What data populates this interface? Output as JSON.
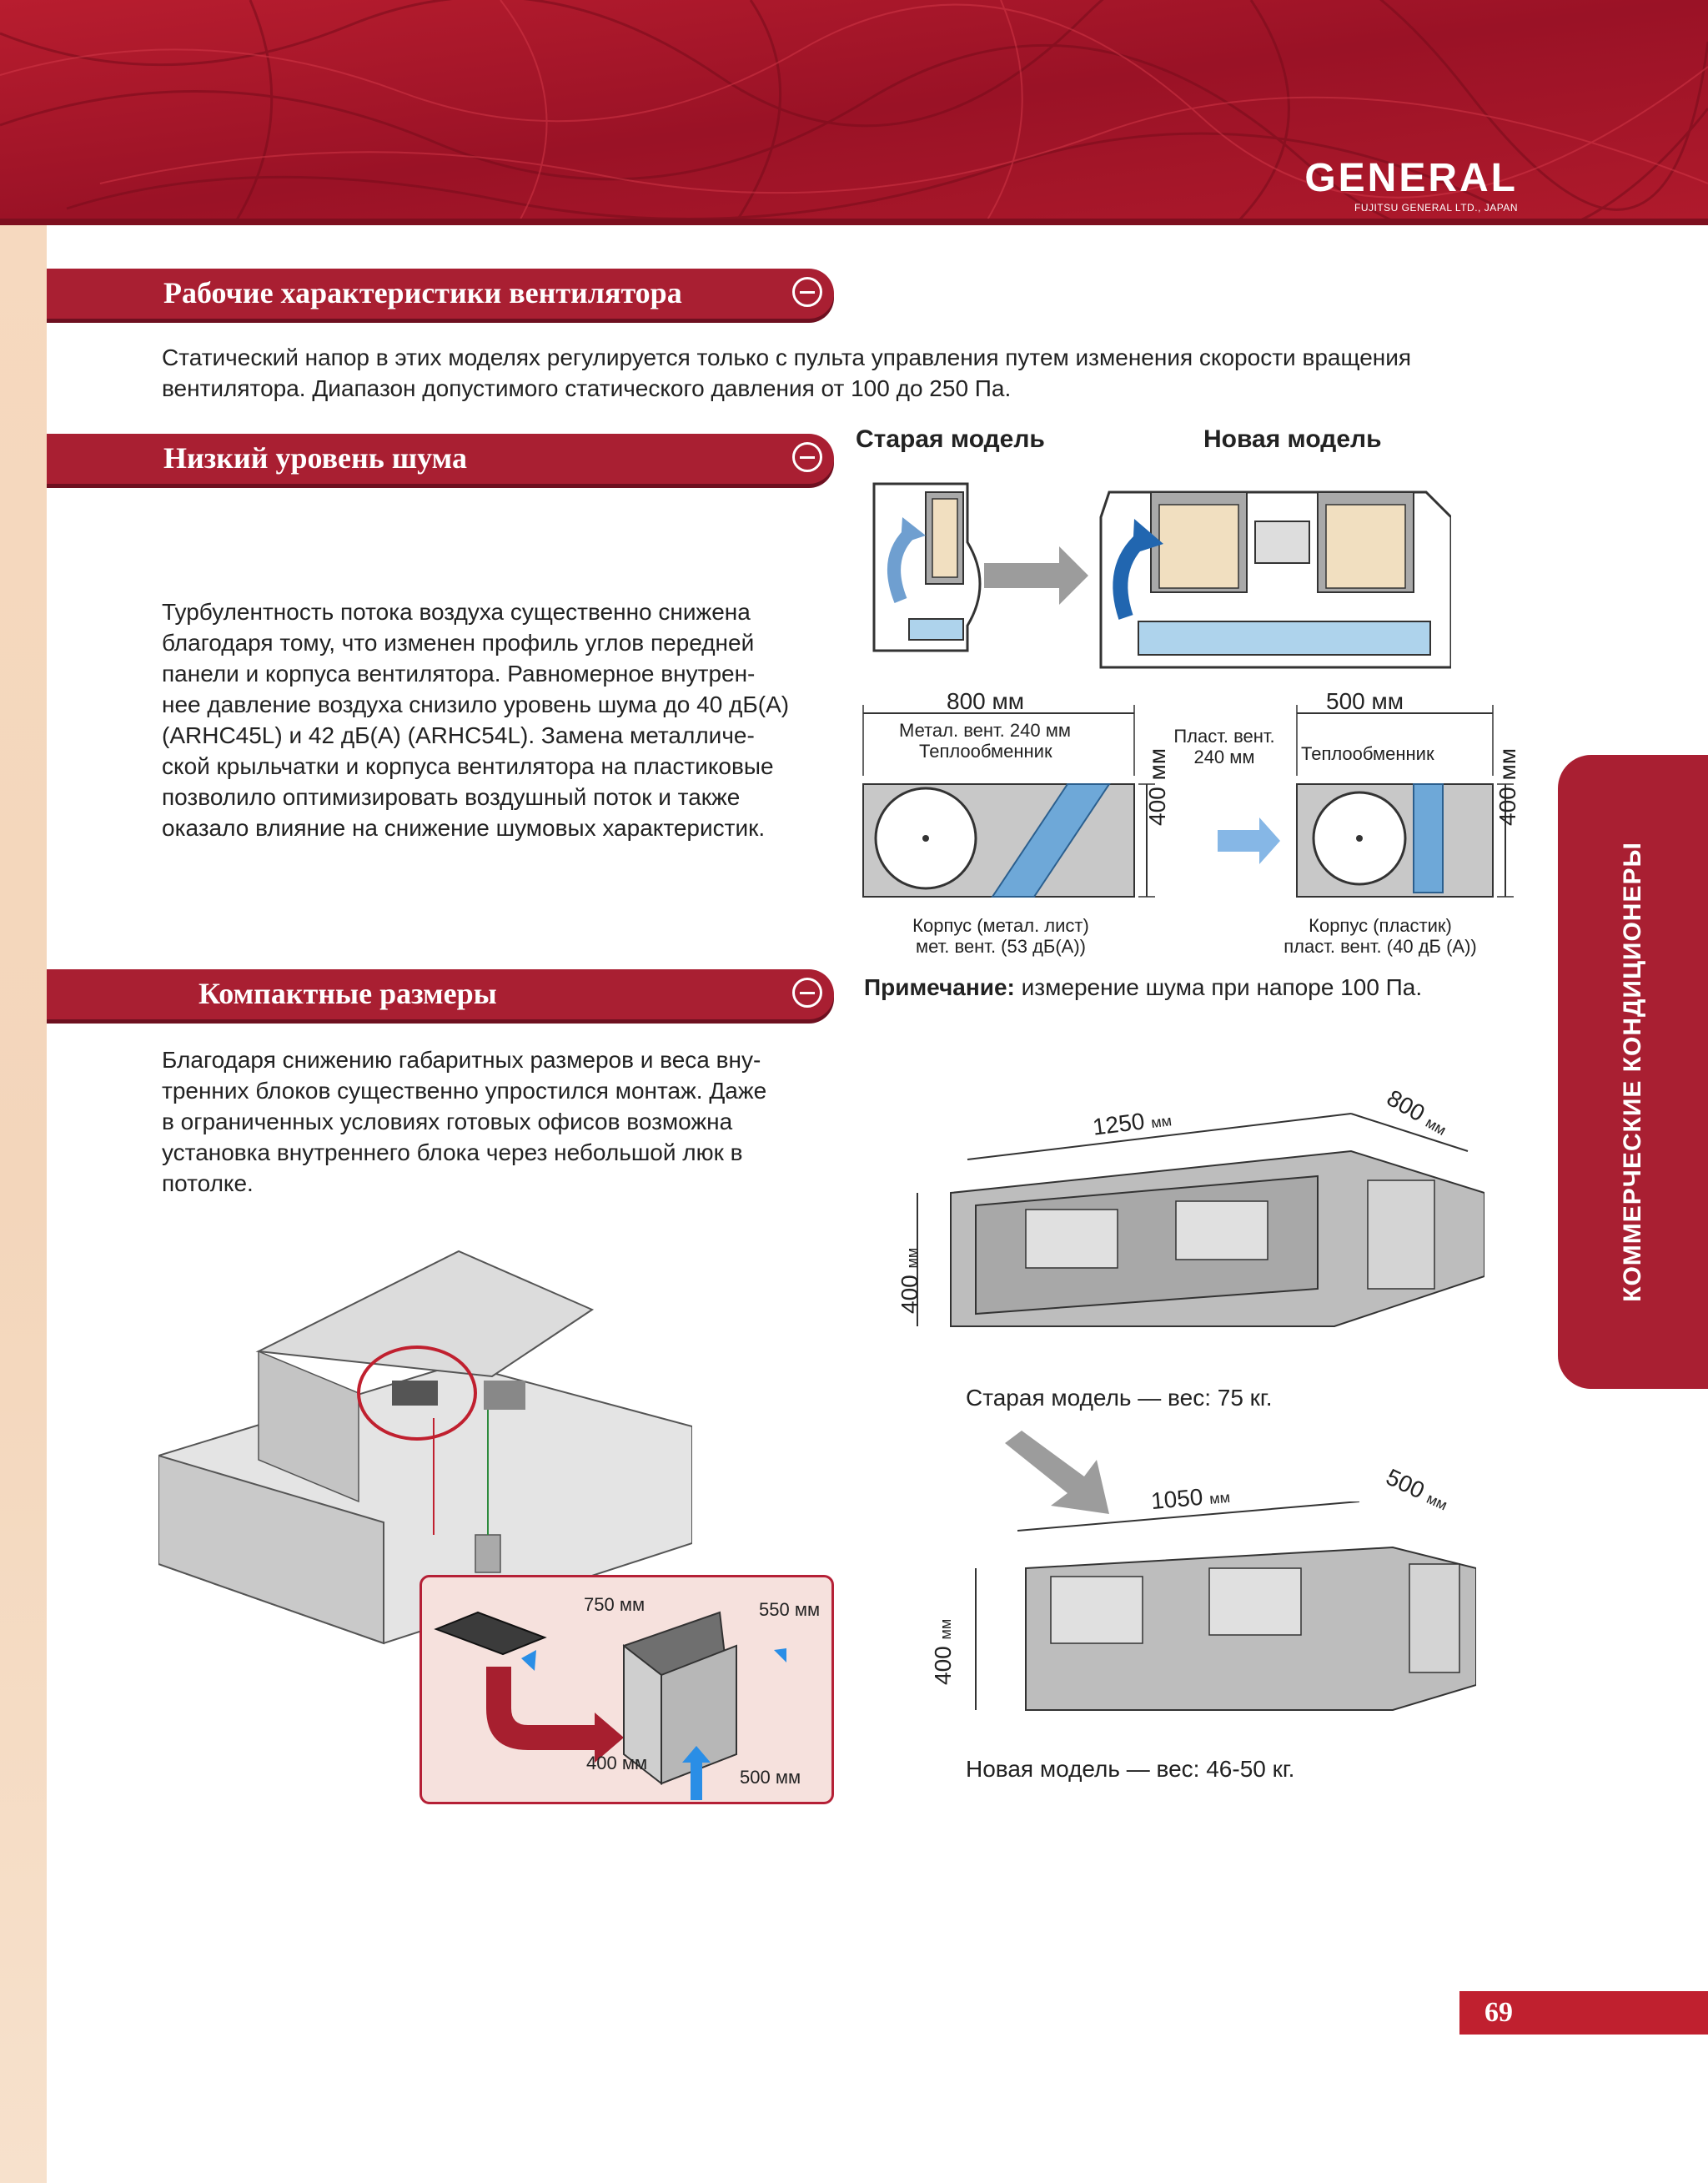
{
  "header": {
    "brand": "GENERAL",
    "brand_sub": "FUJITSU GENERAL LTD., JAPAN"
  },
  "sections": {
    "fan": {
      "title": "Рабочие характеристики вентилятора",
      "text_line1": "Статический напор в этих моделях регулируется только с пульта управления путем изменения скорости вращения",
      "text_line2": "вентилятора. Диапазон допустимого статического давления от 100 до 250 Па."
    },
    "noise": {
      "title": "Низкий уровень шума",
      "lines": [
        "Турбулентность потока воздуха существенно снижена",
        "благодаря тому, что изменен профиль углов передней",
        "панели и корпуса вентилятора. Равномерное внутрен-",
        "нее давление воздуха снизило уровень шума до 40 дБ(А)",
        "(ARHC45L) и 42 дБ(А) (ARHC54L). Замена металличе-",
        "ской крыльчатки и корпуса вентилятора на пластиковые",
        "позволило оптимизировать воздушный поток и также",
        "оказало влияние на снижение шумовых характеристик."
      ]
    },
    "compact": {
      "title": "Компактные размеры",
      "lines": [
        "Благодаря снижению габаритных размеров и веса вну-",
        "тренних блоков существенно упростился монтаж. Даже",
        "в ограниченных условиях готовых офисов возможна",
        "установка внутреннего блока через небольшой  люк в",
        "потолке."
      ]
    }
  },
  "diagram_top": {
    "old_label": "Старая модель",
    "new_label": "Новая модель"
  },
  "diagram_fan": {
    "old_width": "800 мм",
    "old_fan": "Метал. вент. 240 мм",
    "old_hex": "Теплообменник",
    "old_height": "400 мм",
    "old_case1": "Корпус (метал. лист)",
    "old_case2": "мет. вент. (53 дБ(А))",
    "new_width": "500 мм",
    "new_fan1": "Пласт. вент.",
    "new_fan2": "240 мм",
    "new_hex": "Теплообменник",
    "new_height": "400 мм",
    "new_case1": "Корпус (пластик)",
    "new_case2": "пласт. вент. (40 дБ (А))"
  },
  "note": {
    "bold": "Примечание:",
    "text": " измерение шума при напоре 100 Па."
  },
  "units": {
    "old": {
      "length": "1250",
      "depth": "800",
      "height": "400",
      "unit": "мм",
      "caption": "Старая модель — вес: 75 кг."
    },
    "new": {
      "length": "1050",
      "depth": "500",
      "height": "400",
      "unit": "мм",
      "caption": "Новая модель — вес: 46-50 кг."
    }
  },
  "inset": {
    "d1": "750 мм",
    "d2": "550 мм",
    "d3": "400 мм",
    "d4": "500 мм"
  },
  "sidetab": "КОММЕРЧЕСКИЕ КОНДИЦИОНЕРЫ",
  "page_number": "69",
  "colors": {
    "brand_red": "#a91f32",
    "header_red": "#a6162a"
  }
}
